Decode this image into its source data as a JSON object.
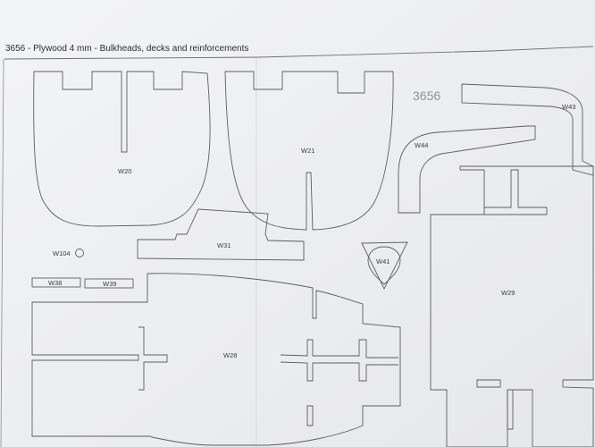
{
  "sheet": {
    "title": "3656 - Plywood 4 mm - Bulkheads, decks and reinforcements",
    "number_mark": "3656"
  },
  "parts": {
    "w20": "W20",
    "w21": "W21",
    "w43": "W43",
    "w44": "W44",
    "w31": "W31",
    "w41": "W41",
    "w104": "W104",
    "w38": "W38",
    "w39": "W39",
    "w28": "W28",
    "w29": "W29"
  }
}
